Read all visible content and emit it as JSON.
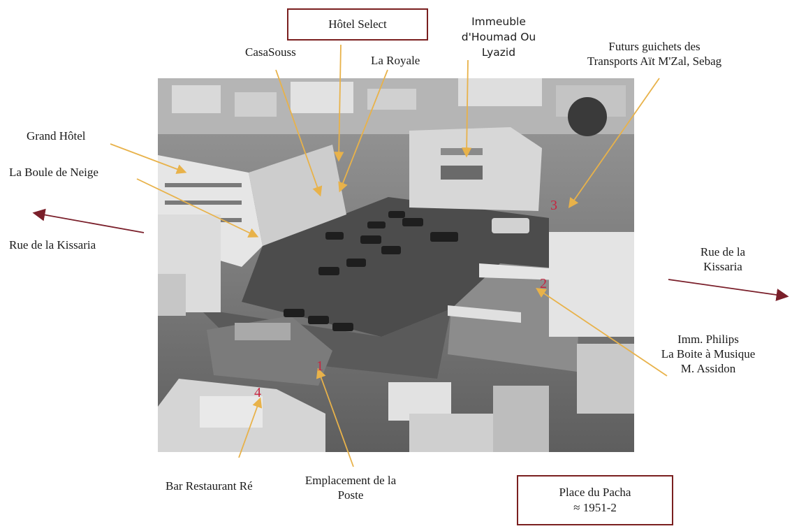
{
  "labels": {
    "hotel_select": "Hôtel Select",
    "casasouss": "CasaSouss",
    "la_royale": "La Royale",
    "immeuble_l1": "Immeuble",
    "immeuble_l2": "d'Houmad Ou",
    "immeuble_l3": "Lyazid",
    "futurs_l1": "Futurs guichets des",
    "futurs_l2": "Transports Aït M'Zal, Sebag",
    "grand_hotel": "Grand Hôtel",
    "boule_de_neige": "La Boule de Neige",
    "rue_kissaria_left": "Rue de la Kissaria",
    "rue_kissaria_right_l1": "Rue de la",
    "rue_kissaria_right_l2": "Kissaria",
    "philips_l1": "Imm. Philips",
    "philips_l2": "La Boite à Musique",
    "philips_l3": "M. Assidon",
    "bar_restaurant": "Bar Restaurant Ré",
    "emplacement_l1": "Emplacement de la",
    "emplacement_l2": "Poste",
    "place_l1": "Place du Pacha",
    "place_l2": "≈ 1951-2"
  },
  "markers": {
    "m1": "1",
    "m2": "2",
    "m3": "3",
    "m4": "4"
  },
  "colors": {
    "arrow": "#e8b24a",
    "street_arrow": "#7a1f2a",
    "marker": "#c8243f",
    "box_border": "#7a1f1f"
  }
}
